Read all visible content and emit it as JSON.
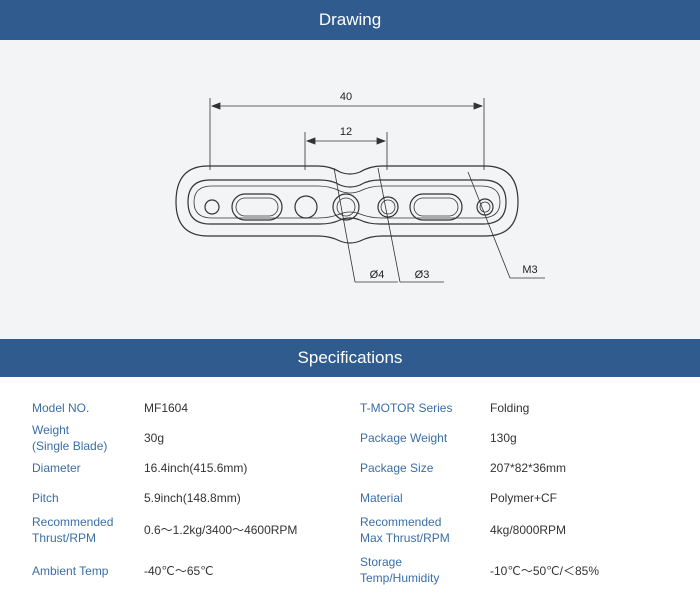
{
  "drawing": {
    "title": "Drawing",
    "dims": {
      "overall": "40",
      "center": "12",
      "hole_large": "Ø4",
      "hole_small": "Ø3",
      "thread": "M3"
    }
  },
  "specs": {
    "title": "Specifications",
    "rows": [
      {
        "l1": [
          "Model NO."
        ],
        "v1": "MF1604",
        "l2": [
          "T-MOTOR Series"
        ],
        "v2": "Folding"
      },
      {
        "l1": [
          "Weight",
          "(Single Blade)"
        ],
        "v1": "30g",
        "l2": [
          "Package Weight"
        ],
        "v2": "130g"
      },
      {
        "l1": [
          "Diameter"
        ],
        "v1": "16.4inch(415.6mm)",
        "l2": [
          "Package Size"
        ],
        "v2": "207*82*36mm"
      },
      {
        "l1": [
          "Pitch"
        ],
        "v1": "5.9inch(148.8mm)",
        "l2": [
          "Material"
        ],
        "v2": "Polymer+CF"
      },
      {
        "l1": [
          "Recommended",
          "Thrust/RPM"
        ],
        "v1": "0.6～1.2kg/3400～4600RPM",
        "l2": [
          "Recommended",
          "Max Thrust/RPM"
        ],
        "v2": "4kg/8000RPM"
      },
      {
        "l1": [
          "Ambient Temp"
        ],
        "v1": "-40℃～65℃",
        "l2": [
          "Storage",
          "Temp/Humidity"
        ],
        "v2": "-10℃～50℃/＜85%"
      }
    ]
  }
}
